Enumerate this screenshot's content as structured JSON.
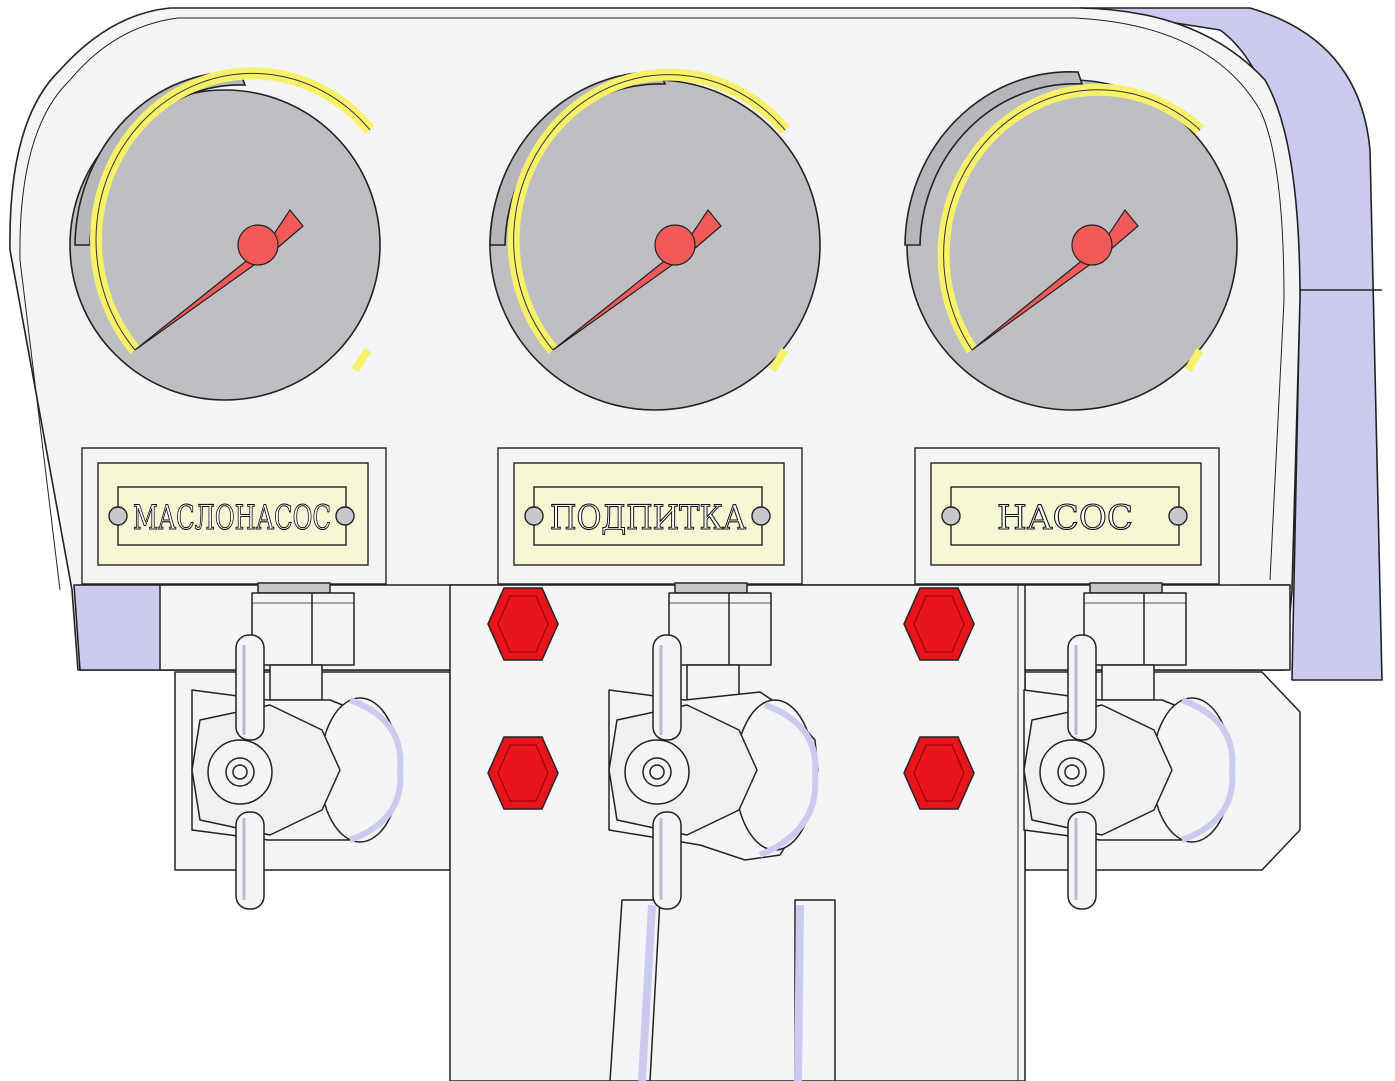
{
  "panel": {
    "labels": [
      "МАСЛОНАСОС",
      "ПОДПИТКА",
      "НАСОС"
    ]
  },
  "colors": {
    "panel": "#f5f5f7",
    "panel_side": "#cbcbef",
    "gauge_face": "#bfbfc3",
    "gauge_arc": "#f7f26a",
    "needle": "#f25a5a",
    "plate": "#f7f7d6",
    "bolt": "#e8141c",
    "outline": "#222222"
  }
}
